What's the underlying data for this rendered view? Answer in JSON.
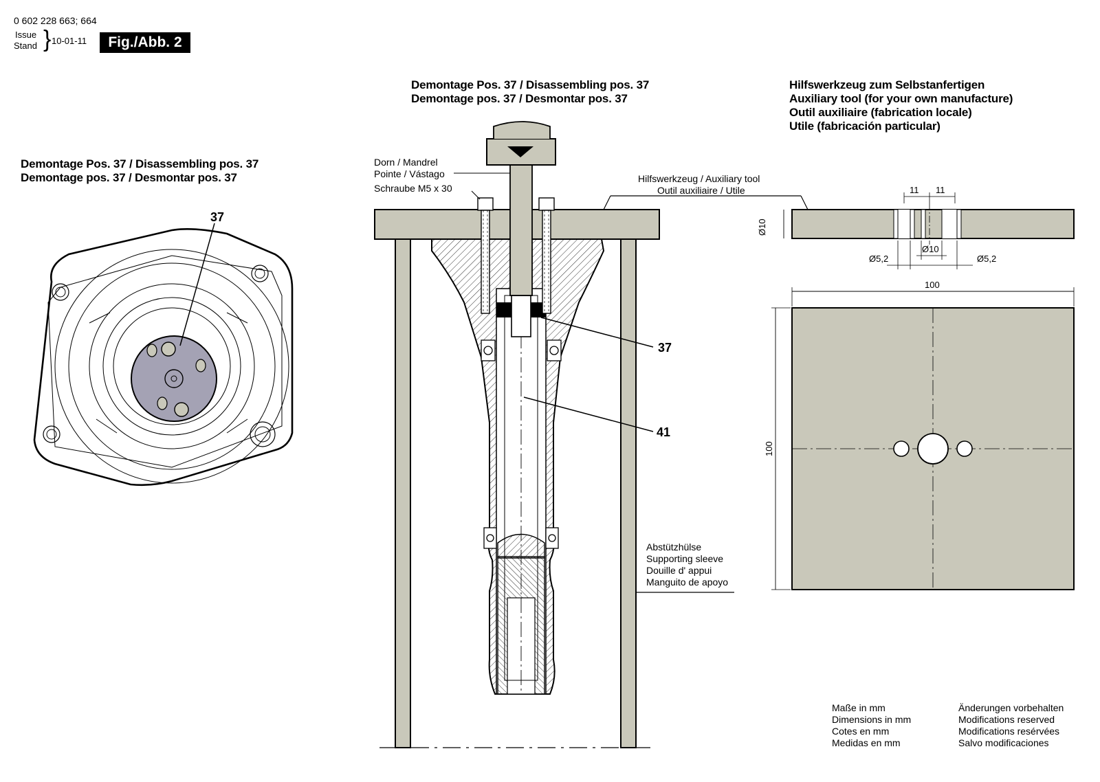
{
  "header": {
    "part_number": "0 602 228 663; 664",
    "issue_label": "Issue",
    "stand_label": "Stand",
    "date": "10-01-11",
    "fig_label": "Fig./Abb. 2"
  },
  "left_panel": {
    "title_line1": "Demontage Pos. 37 / Disassembling pos. 37",
    "title_line2": "Demontage pos. 37 / Desmontar pos. 37",
    "callout": "37"
  },
  "center_panel": {
    "title_line1": "Demontage Pos. 37 / Disassembling pos. 37",
    "title_line2": "Demontage pos. 37 / Desmontar pos. 37",
    "mandrel_line1": "Dorn / Mandrel",
    "mandrel_line2": "Pointe / Vástago",
    "screw_label": "Schraube M5 x 30",
    "aux_tool_line1": "Hilfswerkzeug / Auxiliary tool",
    "aux_tool_line2": "Outil auxiliaire / Utile",
    "callout_37": "37",
    "callout_41": "41",
    "sleeve_lines": [
      "Abstützhülse",
      "Supporting sleeve",
      "Douille d' appui",
      "Manguito de apoyo"
    ]
  },
  "right_panel": {
    "title_lines": [
      "Hilfswerkzeug zum Selbstanfertigen",
      "Auxiliary tool (for your own manufacture)",
      "Outil auxiliaire (fabrication locale)",
      "Utile (fabricación particular)"
    ],
    "dims": {
      "thickness": "Ø10",
      "spacing_left": "11",
      "spacing_right": "11",
      "hole_left": "Ø5,2",
      "hole_center": "Ø10",
      "hole_right": "Ø5,2",
      "width": "100",
      "height": "100"
    }
  },
  "footer": {
    "units_lines": [
      "Maße in mm",
      "Dimensions in mm",
      "Cotes en mm",
      "Medidas en mm"
    ],
    "modifications_lines": [
      "Änderungen vorbehalten",
      "Modifications reserved",
      "Modifications resérvées",
      "Salvo modificaciones"
    ]
  },
  "colors": {
    "tool_fill": "#c9c8ba",
    "part_fill": "#a4a2b4",
    "ink": "#000000"
  }
}
